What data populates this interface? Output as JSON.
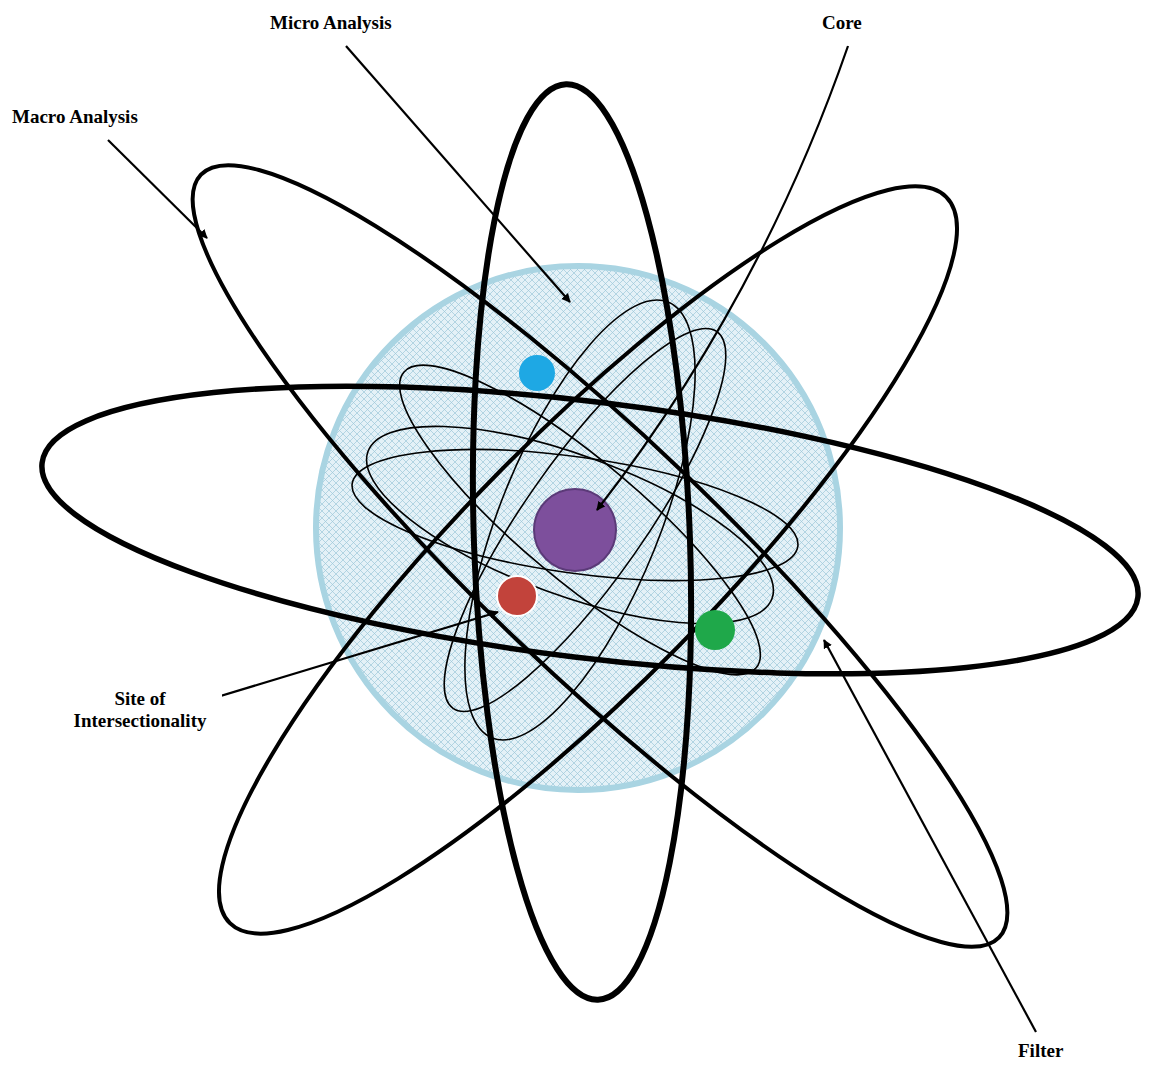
{
  "diagram": {
    "labels": [
      "Micro Analysis",
      "Core",
      "Macro Analysis",
      "Site of Intersectionality",
      "Filter"
    ]
  }
}
